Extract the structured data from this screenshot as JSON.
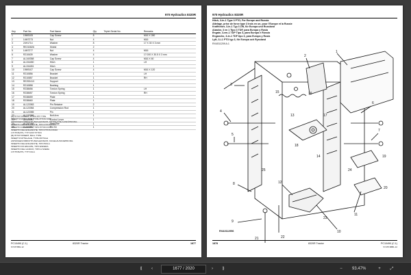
{
  "left_page": {
    "header_right": "970 Hydraulics  8320R",
    "columns": [
      "Key",
      "Part No.",
      "Part Name",
      "Qty",
      "Triplet\nSerial No.",
      "Remarks"
    ],
    "rows": [
      [
        "1",
        "19M9105",
        "Cap Screw",
        "8",
        "",
        "M16 X 280"
      ],
      [
        "2",
        "14M7273",
        "Nut",
        "4",
        "",
        "M16"
      ],
      [
        "3",
        "24H1714",
        "Washer",
        "8",
        "",
        "17 X 30 X 3 mm"
      ],
      [
        "4",
        "RE210826",
        "Shield",
        "2",
        "",
        ""
      ],
      [
        "5",
        "14M7277",
        "Nut",
        "4",
        "",
        "M16"
      ],
      [
        "6",
        "R210639",
        "Washer",
        "4",
        "",
        "17.000 X 30.5 X 3 mm"
      ],
      [
        "7",
        "AL160358",
        "Cap Screw",
        "4",
        "",
        "M16 X 60"
      ],
      [
        "8",
        "AL154450",
        "Hitch",
        "1",
        "",
        "LH"
      ],
      [
        "9",
        "AL154451",
        "Hitch",
        "1",
        "",
        ""
      ],
      [
        "10",
        "19M9107",
        "Cap Screw",
        "4",
        "",
        "M16 X 120"
      ],
      [
        "11",
        "R210856",
        "Bracket",
        "1",
        "",
        "LH"
      ],
      [
        "12",
        "R210857",
        "Bracket",
        "1",
        "",
        "RH"
      ],
      [
        "13",
        "RE292413",
        "Support",
        "1",
        "",
        ""
      ],
      [
        "14",
        "R210858",
        "Bushing",
        "1",
        "",
        ""
      ],
      [
        "15",
        "R238656",
        "Torsion Spring",
        "1",
        "",
        "LH"
      ],
      [
        "16",
        "R238657",
        "Torsion Spring",
        "1",
        "",
        "RH"
      ],
      [
        "17",
        "R238659",
        "Plate",
        "1",
        "",
        ""
      ],
      [
        "18",
        "R238660",
        "Plate",
        "1",
        "",
        ""
      ],
      [
        "19",
        "AL122083",
        "Pin Retainer",
        "2",
        "",
        ""
      ],
      [
        "20",
        "AL122084",
        "Compression Rod",
        "1",
        "",
        ""
      ],
      [
        "21",
        "AL122085",
        "Pin",
        "1",
        "",
        ""
      ],
      [
        "22",
        "AL122086",
        "Bolt Arm",
        "1",
        "",
        ""
      ],
      [
        "23",
        "AL122087",
        "Control Lever",
        "1",
        "",
        ""
      ],
      [
        "24",
        "AL157059",
        "Steel Bar",
        "1",
        "",
        ""
      ],
      [
        "25",
        "AL166817",
        "Pin Kit",
        "1",
        "",
        ""
      ]
    ],
    "notes": [
      "(A) HITCH INSERT, PTO/A PH TYPE",
      "INSERT D'ATTELAGE, TYPE PITON FIXE",
      "ANHÄNGEVORRICHTUNGS-EINSATZ, PITONLFIXE AUSFÜHRUNG",
      "INSERTO DEL ENGANCHE, TIPO PITON FIJO",
      "INSERTO DO ENGATE, TIPO PITON FIXO",
      "INSERTO DEL ENGANCHE, TIPO PITON FISSO",
      "LYFTINSATS, TYP FAST PITON",
      "(B) HITCH INSERT, BALL TYPE",
      "INSERT D'ATTELAGE, TYPE ROTULE",
      "ANHÄNGEVORRICHTUNGS-EINSATZ, KUGELAUSFUEHRUNG",
      "INSERTO DEL ENGANCHE, TIPO BOLA",
      "INSERTO DO ENGATE, TIPO ESFERA",
      "INSERTO DEL GANCIO, TIPO A SFERA",
      "LYFTINSATS, TYP KULA"
    ],
    "footer_left": "PC10490 (C.1)",
    "footer_center": "8320R Tractor",
    "footer_right": "1877",
    "footer_sub": "SY1576B1-12"
  },
  "right_page": {
    "header_left": "970 Hydraulics  8320R",
    "titles": [
      "Hitch, 3-in-1 Type 3 PTO, For Europe and Russia",
      "Attelage, prise de force type 3 trois en un, pour l'Europe et la Russie",
      "Kraftheber, 3-in-1 Typ 3 ZW, für Europa und Russland",
      "Alzador, 3 en 1 Tipo 3 TDF, para Europa y Rusia",
      "Engate, 3-em-1 TDP Tipo 3, para Europa e Rússia",
      "Engancho, 3-in-1 TDF tipo 3, para Europa y Rusia",
      "Lyft, 3-i-1 PTO typ 3, för Europa och Ryssland"
    ],
    "code": "RX4011209 A.1",
    "callouts": [
      "1",
      "2",
      "3",
      "4",
      "5",
      "6",
      "7",
      "8",
      "9",
      "10",
      "11",
      "12",
      "13",
      "14",
      "15",
      "16",
      "17",
      "18",
      "19",
      "20",
      "21",
      "22",
      "23",
      "24",
      "25"
    ],
    "diagram_ref": "RXA0112956",
    "footer_left": "1878",
    "footer_center": "8320R Tractor",
    "footer_right": "PC10490 (C.1)",
    "footer_sub": "SY1571BB1-12"
  },
  "toolbar": {
    "prev_label": "‹",
    "first_label": "⟪",
    "page_indicator": "1677 / 2020",
    "next_label": "›",
    "last_label": "⟫",
    "zoom_out_label": "−",
    "zoom_in_label": "+",
    "zoom_value": "93.47%",
    "fit_label": "⤢"
  }
}
